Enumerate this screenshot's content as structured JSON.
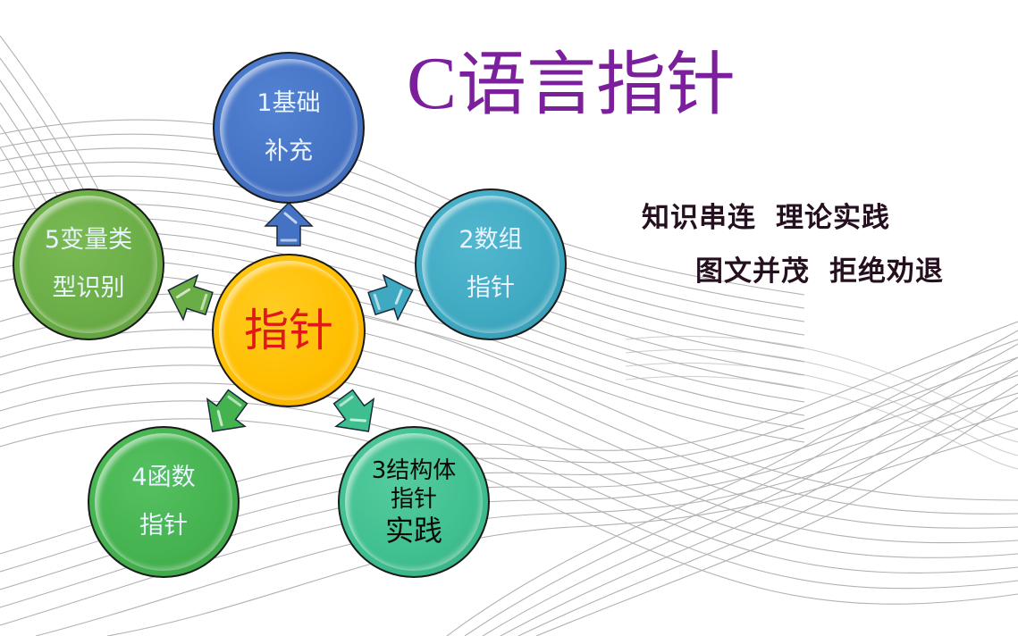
{
  "title": {
    "prefix": "C",
    "text": "语言指针",
    "color": "#7b1f9c"
  },
  "slogans": [
    {
      "items": [
        "知识串连",
        "理论实践"
      ]
    },
    {
      "items": [
        "图文并茂",
        "拒绝劝退"
      ]
    }
  ],
  "center_node": {
    "label": "指针",
    "fill": "#ffbe00",
    "text_color": "#e01818"
  },
  "nodes": [
    {
      "id": 1,
      "lines": [
        "1基础",
        "补充"
      ],
      "fill": "#4472c4",
      "text_color": "#e8f0ff"
    },
    {
      "id": 2,
      "lines": [
        "2数组",
        "指针"
      ],
      "fill": "#3fa9c2",
      "text_color": "#e8fbff"
    },
    {
      "id": 3,
      "lines": [
        "3结构体",
        "指针",
        "实践"
      ],
      "fill": "#3fbf8f",
      "text_color": "#0a0a0a"
    },
    {
      "id": 4,
      "lines": [
        "4函数",
        "指针"
      ],
      "fill": "#44b24f",
      "text_color": "#e9ffe6"
    },
    {
      "id": 5,
      "lines": [
        "5变量类",
        "型识别"
      ],
      "fill": "#6aac45",
      "text_color": "#f0ffe6"
    }
  ],
  "arrows": [
    {
      "to": 1,
      "direction": "up",
      "color": "#4472c4"
    },
    {
      "to": 2,
      "direction": "up-right",
      "color": "#3fa9c2"
    },
    {
      "to": 3,
      "direction": "down-right",
      "color": "#3fbf8f"
    },
    {
      "to": 4,
      "direction": "down-left",
      "color": "#44b24f"
    },
    {
      "to": 5,
      "direction": "up-left",
      "color": "#6aac45"
    }
  ]
}
